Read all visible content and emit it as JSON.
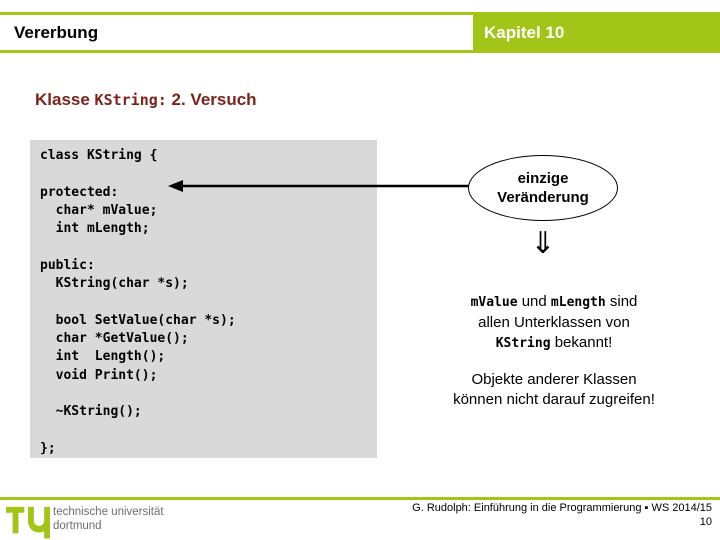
{
  "header": {
    "title": "Vererbung",
    "chapter": "Kapitel 10"
  },
  "slide_title": {
    "prefix": "Klasse ",
    "code": "KString:",
    "suffix": " 2. Versuch"
  },
  "code_block": {
    "text": "class KString {\n\nprotected:\n  char* mValue;\n  int mLength;\n\npublic:\n  KString(char *s);\n\n  bool SetValue(char *s);\n  char *GetValue();\n  int  Length();\n  void Print();\n\n  ~KString();\n\n};"
  },
  "annotations": {
    "ellipse_line1": "einzige",
    "ellipse_line2": "Veränderung",
    "double_arrow_glyph": "⇓",
    "note1": {
      "code1": "mValue",
      "mid": " und ",
      "code2": "mLength",
      "tail1": " sind",
      "line2": "allen Unterklassen von",
      "code3": "KString",
      "tail2": " bekannt!"
    },
    "note2": {
      "line1": "Objekte anderer Klassen",
      "line2": "können nicht darauf zugreifen!"
    }
  },
  "footer": {
    "logo_line1": "technische universität",
    "logo_line2": "dortmund",
    "credit": "G. Rudolph: Einführung in die Programmierung ▪ WS 2014/15",
    "page": "10"
  },
  "colors": {
    "accent_green": "#a3c517",
    "title_red": "#7b241b",
    "code_background": "#d9d9d9",
    "logo_gray": "#6e6e6e"
  }
}
